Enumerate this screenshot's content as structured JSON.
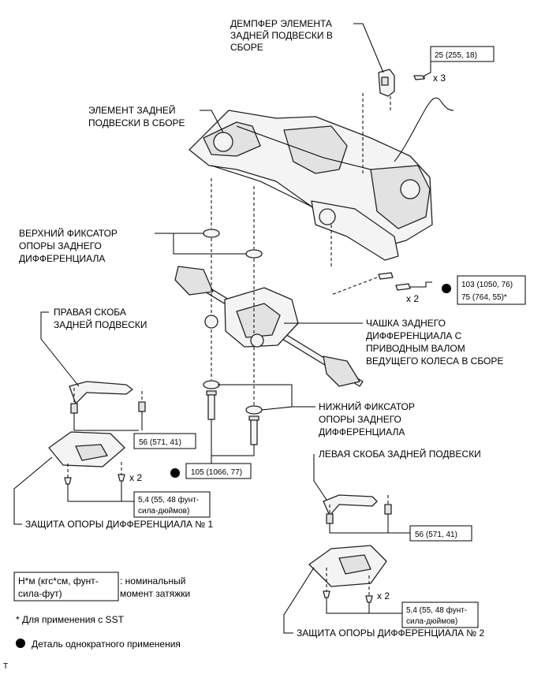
{
  "labels": {
    "damper": [
      "ДЕМПФЕР ЭЛЕМЕНТА",
      "ЗАДНЕЙ ПОДВЕСКИ В",
      "СБОРЕ"
    ],
    "member": [
      "ЭЛЕМЕНТ ЗАДНЕЙ",
      "ПОДВЕСКИ В СБОРЕ"
    ],
    "upper_stopper": [
      "ВЕРХНИЙ ФИКСАТОР",
      "ОПОРЫ ЗАДНЕГО",
      "ДИФФЕРЕНЦИАЛА"
    ],
    "rh_bracket": [
      "ПРАВАЯ СКОБА",
      "ЗАДНЕЙ ПОДВЕСКИ"
    ],
    "carrier": [
      "ЧАШКА ЗАДНЕГО",
      "ДИФФЕРЕНЦИАЛА С",
      "ПРИВОДНЫМ ВАЛОМ",
      "ВЕДУЩЕГО КОЛЕСА В СБОРЕ"
    ],
    "lower_stopper": [
      "НИЖНИЙ ФИКСАТОР",
      "ОПОРЫ ЗАДНЕГО",
      "ДИФФЕРЕНЦИАЛА"
    ],
    "lh_bracket": "ЛЕВАЯ СКОБА ЗАДНЕЙ ПОДВЕСКИ",
    "protector1": "ЗАЩИТА ОПОРЫ ДИФФЕРЕНЦИАЛА № 1",
    "protector2": "ЗАЩИТА ОПОРЫ ДИФФЕРЕНЦИАЛА № 2"
  },
  "torques": {
    "damper_bolt": "25 (255, 18)",
    "diff_bolt_a": "103 (1050, 76)",
    "diff_bolt_b": "75 (764, 55)*",
    "rh_bracket_bolt": "56 (571, 41)",
    "lower_bolt": "105 (1066, 77)",
    "protector1_bolt": [
      "5,4 (55, 48 фунт-",
      "сила-дюймов)"
    ],
    "lh_bracket_bolt": "56 (571, 41)",
    "protector2_bolt": [
      "5,4 (55, 48 фунт-",
      "сила-дюймов)"
    ]
  },
  "counts": {
    "damper": "x 3",
    "diff": "x 2",
    "protector1": "x 2",
    "protector2": "x 2"
  },
  "legend": {
    "unit_box": [
      "Н*м (кгс*см, фунт-",
      "сила-фут)"
    ],
    "unit_desc": [
      ": номинальный",
      "момент затяжки"
    ],
    "sst_note": "* Для применения с SST",
    "non_reusable": "Деталь однократного применения",
    "corner_mark": "T"
  }
}
